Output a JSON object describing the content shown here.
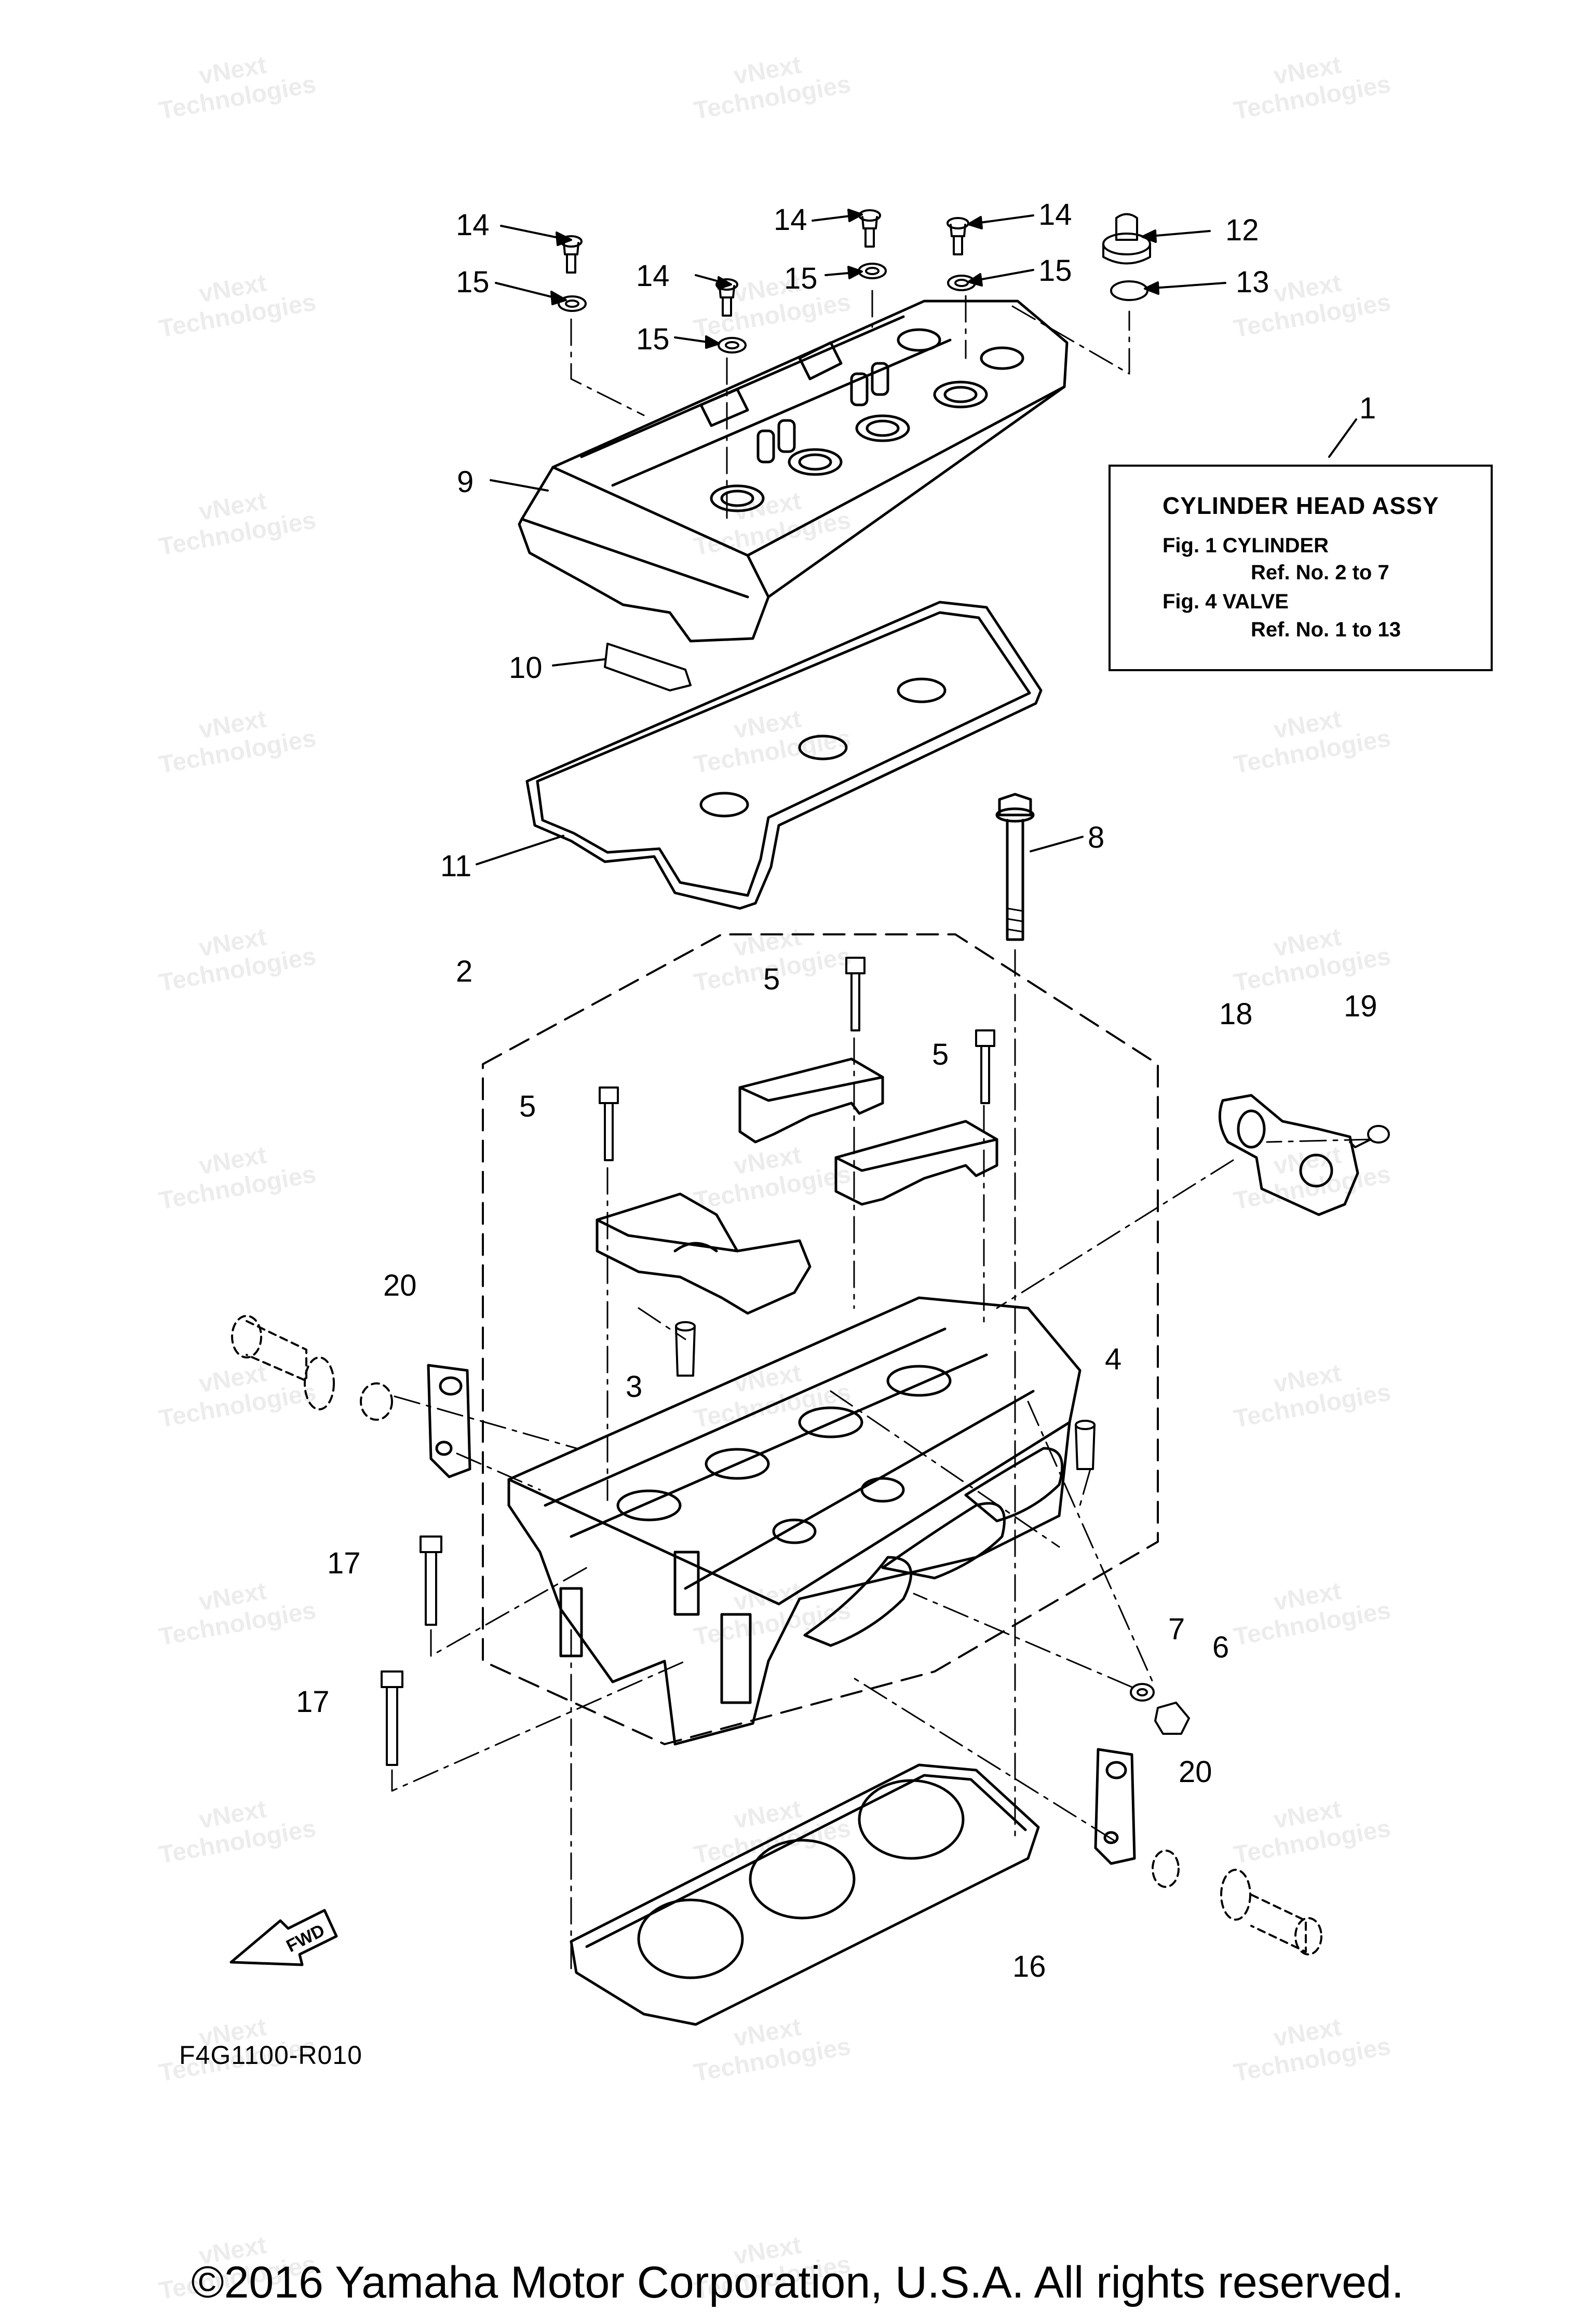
{
  "watermark": {
    "line1": "vNext",
    "line2": "Technologies"
  },
  "title_box": {
    "title": "CYLINDER HEAD ASSY",
    "fig1": "Fig. 1 CYLINDER",
    "fig1_ref": "Ref. No. 2 to 7",
    "fig4": "Fig. 4 VALVE",
    "fig4_ref": "Ref. No. 1 to 13"
  },
  "callouts": [
    "14",
    "15",
    "14",
    "15",
    "14",
    "15",
    "14",
    "15",
    "12",
    "13",
    "9",
    "10",
    "11",
    "8",
    "1",
    "2",
    "5",
    "5",
    "5",
    "18",
    "19",
    "20",
    "3",
    "4",
    "17",
    "17",
    "7",
    "6",
    "20",
    "16"
  ],
  "fwd_label": "FWD",
  "drawing_code": "F4G1100-R010",
  "copyright": "©2016 Yamaha Motor Corporation, U.S.A. All rights reserved."
}
